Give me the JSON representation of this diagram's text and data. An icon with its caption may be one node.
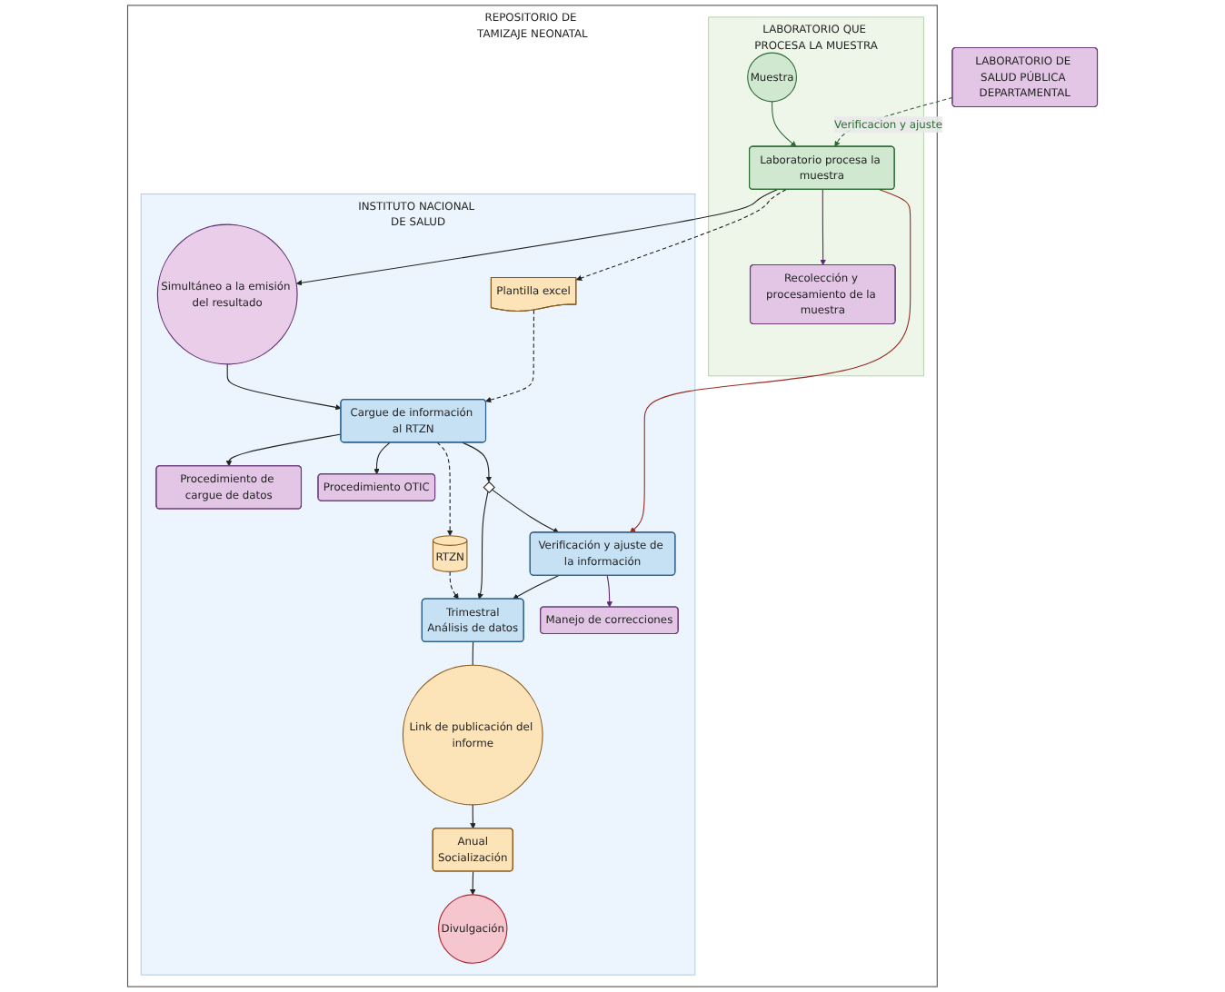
{
  "diagram": {
    "nodes": [
      {
        "text": [
          "REPOSITORIO DE TAMIZAJE NEONATAL"
        ]
      },
      {
        "text": [
          "LABORATORIO QUE PROCESA LA MUESTRA"
        ],
        "in": 0
      },
      {
        "text": [
          "Recolección y procesamiento de la muestra"
        ],
        "in": 1
      },
      {
        "text": [
          "Muestra"
        ],
        "in": 1
      },
      {
        "text": [
          "Laboratorio procesa la muestra"
        ],
        "in": 1
      },
      {
        "text": [
          "INSTITUTO NACIONAL DE SALUD"
        ],
        "in": 0
      },
      {
        "text": [
          "Simultáneo a la emisión del resultado"
        ],
        "in": 5
      },
      {
        "text": [
          "Plantilla excel"
        ],
        "in": 5
      },
      {
        "text": [
          "RTZN"
        ],
        "in": 5
      },
      {
        "text": [
          "Procedimiento de cargue de datos"
        ],
        "in": 5
      },
      {
        "text": [
          "Procedimiento OTIC"
        ],
        "in": 5
      },
      {
        "text": [
          "Cargue de información al RTZN"
        ],
        "in": 5
      },
      {
        "text": [],
        "shape": "diamond",
        "in": 5
      },
      {
        "text": [
          "Trimestral",
          "Análisis de datos"
        ],
        "in": 5
      },
      {
        "text": [
          "Link de publicación del informe"
        ],
        "in": 5
      },
      {
        "text": [
          "Anual",
          "Socialización"
        ],
        "in": 5
      },
      {
        "text": [
          "Divulgación"
        ],
        "in": 5
      },
      {
        "text": [
          "Verificación y ajuste de la información"
        ],
        "in": 5
      },
      {
        "text": [
          "Manejo de correcciones"
        ],
        "in": 5
      },
      {
        "text": [
          "LABORATORIO DE SALUD PÚBLICA DEPARTAMENTAL"
        ]
      }
    ],
    "edges": [
      {
        "from": 3,
        "to": 4,
        "arrow": "to",
        "color": "#2e6b35"
      },
      {
        "from": 4,
        "to": 2,
        "arrow": "to",
        "color": "#5b2a6e"
      },
      {
        "from": 19,
        "to": 4,
        "arrow": "to",
        "label": "Verificacion y ajuste",
        "style": "dashed",
        "color": "#2e6b35"
      },
      {
        "from": 4,
        "to": 6,
        "arrow": "to"
      },
      {
        "from": 6,
        "to": 11,
        "arrow": "to"
      },
      {
        "from": 4,
        "to": 7,
        "arrow": "to",
        "style": "dashed"
      },
      {
        "from": 7,
        "to": 11,
        "arrow": "to",
        "style": "dashed"
      },
      {
        "from": 11,
        "to": 8,
        "arrow": "to",
        "style": "dashed"
      },
      {
        "from": 8,
        "to": 13,
        "arrow": "to",
        "style": "dashed"
      },
      {
        "from": 11,
        "to": 9,
        "arrow": "to"
      },
      {
        "from": 11,
        "to": 10,
        "arrow": "to"
      },
      {
        "from": 11,
        "to": 12,
        "arrow": "to"
      },
      {
        "from": 12,
        "to": 13,
        "arrow": "to"
      },
      {
        "from": 12,
        "to": 17,
        "arrow": "to"
      },
      {
        "from": 17,
        "to": 13,
        "arrow": "to"
      },
      {
        "from": 13,
        "to": 14,
        "arrow": "none"
      },
      {
        "from": 14,
        "to": 15,
        "arrow": "to"
      },
      {
        "from": 15,
        "to": 16,
        "arrow": "to"
      },
      {
        "from": 17,
        "to": 18,
        "arrow": "to",
        "color": "#5b2a6e"
      },
      {
        "from": 4,
        "to": 17,
        "arrow": "to",
        "color": "#9b2b22"
      }
    ]
  }
}
